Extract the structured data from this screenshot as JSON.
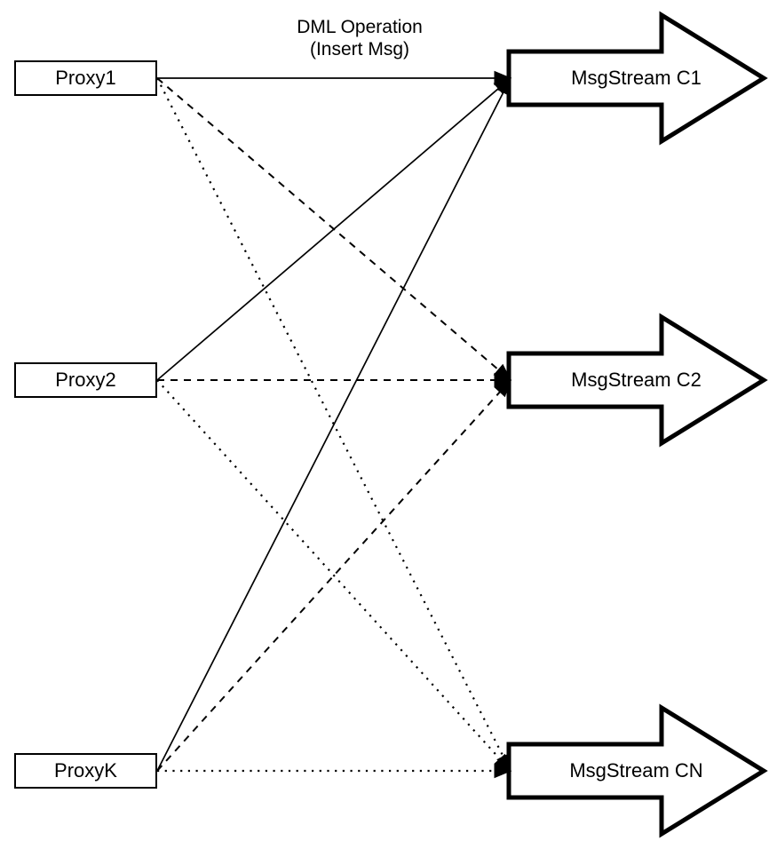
{
  "diagram": {
    "title_annotation": {
      "line1": "DML Operation",
      "line2": "(Insert Msg)"
    },
    "proxies": [
      {
        "id": "proxy1",
        "label": "Proxy1"
      },
      {
        "id": "proxy2",
        "label": "Proxy2"
      },
      {
        "id": "proxyK",
        "label": "ProxyK"
      }
    ],
    "streams": [
      {
        "id": "c1",
        "label": "MsgStream C1"
      },
      {
        "id": "c2",
        "label": "MsgStream C2"
      },
      {
        "id": "cn",
        "label": "MsgStream CN"
      }
    ],
    "edges": [
      {
        "from": "proxy1",
        "to": "c1",
        "style": "solid"
      },
      {
        "from": "proxy2",
        "to": "c1",
        "style": "solid"
      },
      {
        "from": "proxyK",
        "to": "c1",
        "style": "solid"
      },
      {
        "from": "proxy1",
        "to": "c2",
        "style": "dashed"
      },
      {
        "from": "proxy2",
        "to": "c2",
        "style": "dashed"
      },
      {
        "from": "proxyK",
        "to": "c2",
        "style": "dashed"
      },
      {
        "from": "proxy1",
        "to": "cn",
        "style": "dotted"
      },
      {
        "from": "proxy2",
        "to": "cn",
        "style": "dotted"
      },
      {
        "from": "proxyK",
        "to": "cn",
        "style": "dotted"
      }
    ],
    "colors": {
      "stroke": "#000000",
      "shape_fill": "#ffffff",
      "background": "#ffffff"
    }
  }
}
